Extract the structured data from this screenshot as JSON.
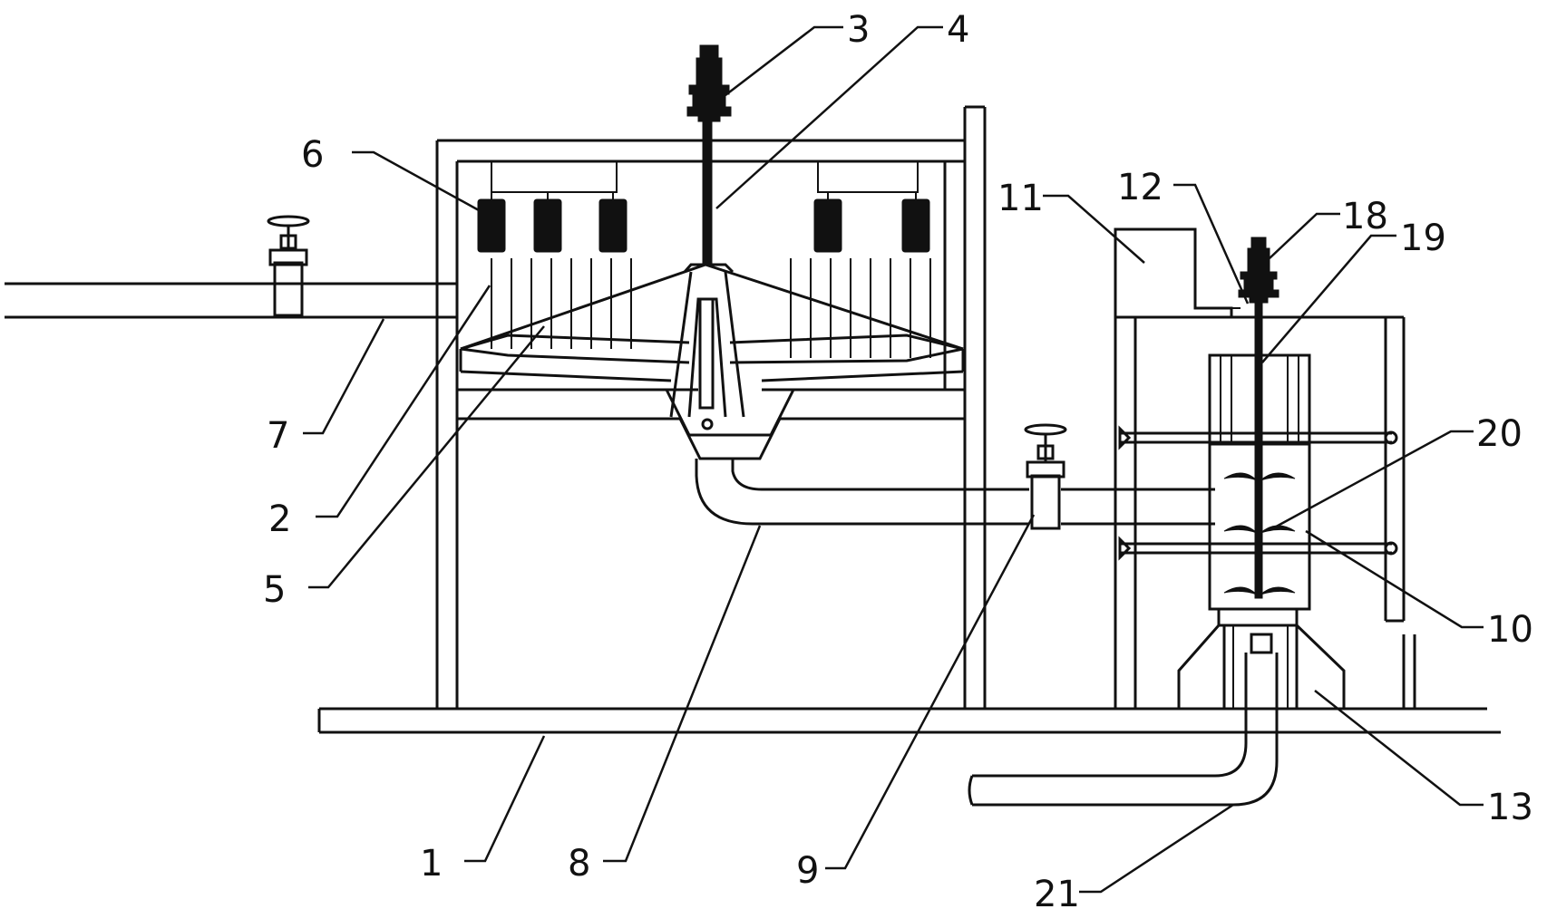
{
  "diagram": {
    "callouts": [
      {
        "id": "c1",
        "label": "1"
      },
      {
        "id": "c2",
        "label": "2"
      },
      {
        "id": "c3",
        "label": "3"
      },
      {
        "id": "c4",
        "label": "4"
      },
      {
        "id": "c5",
        "label": "5"
      },
      {
        "id": "c6",
        "label": "6"
      },
      {
        "id": "c7",
        "label": "7"
      },
      {
        "id": "c8",
        "label": "8"
      },
      {
        "id": "c9",
        "label": "9"
      },
      {
        "id": "c10",
        "label": "10"
      },
      {
        "id": "c11",
        "label": "11"
      },
      {
        "id": "c12",
        "label": "12"
      },
      {
        "id": "c13",
        "label": "13"
      },
      {
        "id": "c18",
        "label": "18"
      },
      {
        "id": "c19",
        "label": "19"
      },
      {
        "id": "c20",
        "label": "20"
      },
      {
        "id": "c21",
        "label": "21"
      }
    ]
  }
}
